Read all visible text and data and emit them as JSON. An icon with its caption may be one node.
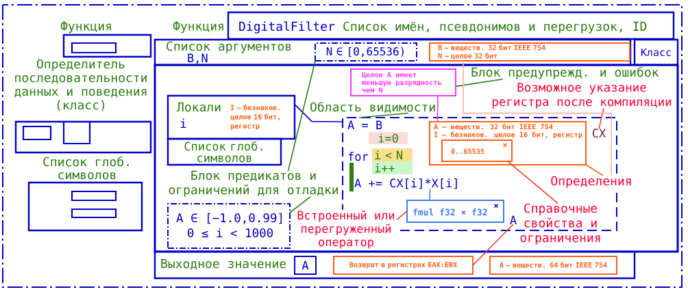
{
  "diagram": {
    "nodes": [
      {
        "text": [
          "Функция"
        ]
      },
      {
        "text": [],
        "shape": "box",
        "in": 0
      },
      {
        "text": [
          "Определитель последовательности данных и поведения (класс)"
        ]
      },
      {
        "text": [],
        "shape": "box",
        "in": 2
      },
      {
        "text": [],
        "shape": "box",
        "in": 2
      },
      {
        "text": [
          "Список глоб. символов"
        ]
      },
      {
        "text": [],
        "shape": "box",
        "in": 5
      },
      {
        "text": [],
        "shape": "box",
        "in": 5
      },
      {
        "text": [
          "Функция",
          "DigitalFilter",
          "Список имён, псевдонимов и перегрузок, ID"
        ]
      },
      {
        "text": [
          "Список аргументов",
          "B,N"
        ]
      },
      {
        "text": [
          "N ∈ [0,65536)"
        ],
        "in": 9
      },
      {
        "text": [
          "B – веществ. 32 бит IEEE 754",
          "N – целое 32 бит"
        ],
        "in": 9
      },
      {
        "text": [
          "Класс"
        ]
      },
      {
        "text": [],
        "shape": "box"
      },
      {
        "text": [
          "Целое A имеет меньшую разрядность чем N"
        ],
        "in": 13
      },
      {
        "text": [
          "Блок предупрежд. и ошибок"
        ],
        "in": 13
      },
      {
        "text": [
          "Возможное указание регистра после компиляции"
        ],
        "in": 13
      },
      {
        "text": [
          "Область видимости"
        ],
        "in": 13
      },
      {
        "text": [
          "Локали",
          "i",
          "I – безнаков. целое 16 бит, регистр"
        ],
        "in": 13
      },
      {
        "text": [
          "Список глоб. символов"
        ],
        "in": 13
      },
      {
        "text": [
          "Блок предикатов и ограничений для отладки"
        ],
        "in": 13
      },
      {
        "text": [
          "A ∈ [−1.0,0.99]",
          "0 ≤ i < 1000"
        ],
        "in": 13
      },
      {
        "text": [
          "A = B",
          "for"
        ],
        "in": 13
      },
      {
        "text": [
          "i=0"
        ],
        "in": 22
      },
      {
        "text": [
          "i < N"
        ],
        "in": 22
      },
      {
        "text": [
          "i++"
        ],
        "in": 22
      },
      {
        "text": [
          "A += CX[i]*X[i]"
        ],
        "in": 22
      },
      {
        "text": [
          "A – веществ. 32 бит IEEE 754",
          "I – безнаков. целое 16 бит, регистр"
        ],
        "in": 22
      },
      {
        "text": [
          "0..65535",
          "×"
        ],
        "in": 27
      },
      {
        "text": [
          "CX"
        ],
        "in": 22
      },
      {
        "text": [
          "fmul f32 × f32",
          "×"
        ],
        "in": 22
      },
      {
        "text": [
          "A"
        ],
        "in": 22
      },
      {
        "text": [
          "Определения"
        ],
        "in": 13
      },
      {
        "text": [
          "Справочные свойства и ограничения"
        ],
        "in": 13
      },
      {
        "text": [
          "Встроенный или перегруженный оператор"
        ],
        "in": 13
      },
      {
        "text": [
          "Выходное значение"
        ]
      },
      {
        "text": [
          "A"
        ],
        "in": 35
      },
      {
        "text": [
          "Возврат в регистрах EAX:EBX"
        ],
        "in": 35
      },
      {
        "text": [
          "A – веществ. 64 бит IEEE 754"
        ],
        "in": 35
      }
    ],
    "edges": [
      {
        "from": 15,
        "to": 14,
        "arrow": "none",
        "color": "#2a7d0e"
      },
      {
        "from": 14,
        "to": 27,
        "arrow": "none",
        "color": "#ff33ff"
      },
      {
        "from": 16,
        "to": 29,
        "arrow": "none",
        "color": "#f03a22"
      },
      {
        "from": 17,
        "to": 22,
        "arrow": "none",
        "color": "#2a7d0e"
      },
      {
        "from": 18,
        "to": 22,
        "arrow": "none",
        "color": "#0000c8"
      },
      {
        "from": 20,
        "to": 10,
        "arrow": "none",
        "color": "#2a7d0e"
      },
      {
        "from": 20,
        "to": 21,
        "arrow": "none",
        "color": "#2a7d0e"
      },
      {
        "from": 26,
        "to": 30,
        "arrow": "none",
        "color": "#3c7cf0"
      },
      {
        "from": 34,
        "to": 30,
        "arrow": "none",
        "color": "#f03a22"
      },
      {
        "from": 33,
        "to": 28,
        "arrow": "none",
        "color": "#f03a22"
      },
      {
        "from": 31,
        "to": 37,
        "arrow": "none",
        "color": "#f03a22"
      },
      {
        "from": 32,
        "to": 27,
        "arrow": "none",
        "color": "#ff5f14"
      },
      {
        "from": 32,
        "to": 11,
        "arrow": "none",
        "color": "#f4b4aa"
      }
    ]
  }
}
